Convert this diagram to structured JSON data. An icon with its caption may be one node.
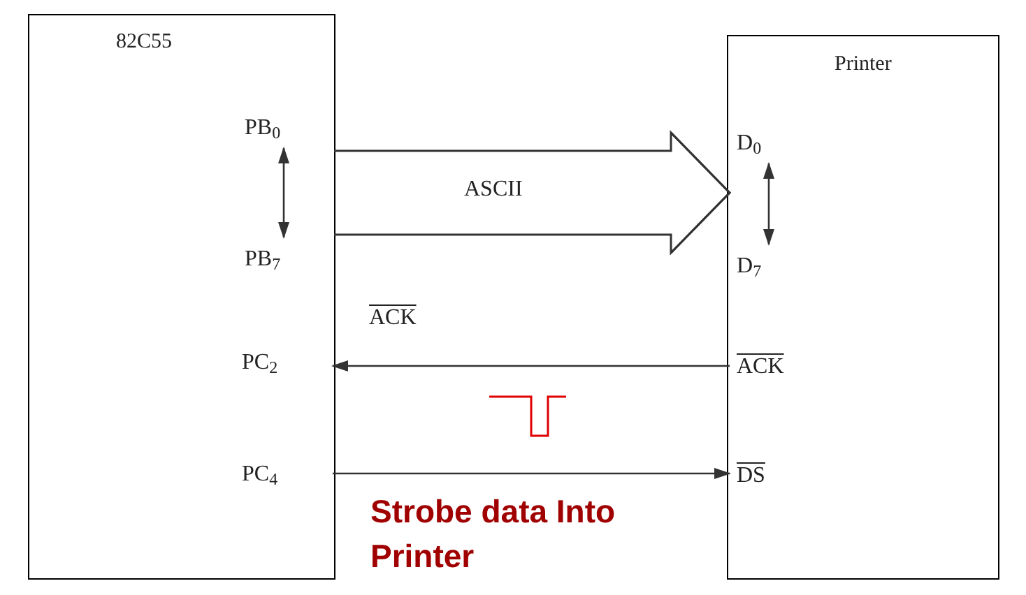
{
  "diagram": {
    "nodes": [
      {
        "text": [
          "82C55"
        ]
      },
      {
        "text": [
          "Printer"
        ]
      },
      {
        "text": [
          "PB$_{0}$"
        ],
        "in": 0
      },
      {
        "text": [
          "PB$_{7}$"
        ],
        "in": 0
      },
      {
        "text": [
          "PC$_{2}$"
        ],
        "in": 0
      },
      {
        "text": [
          "PC$_{4}$"
        ],
        "in": 0
      },
      {
        "text": [
          "D$_{0}$"
        ],
        "in": 1
      },
      {
        "text": [
          "D$_{7}$"
        ],
        "in": 1
      },
      {
        "text": [
          "ACK"
        ],
        "in": 1
      },
      {
        "text": [
          "DS"
        ],
        "in": 1
      }
    ],
    "edges": [
      {
        "from": 0,
        "to": 1,
        "arrow": "to",
        "label": "ASCII"
      },
      {
        "from": 2,
        "to": 3,
        "arrow": "both"
      },
      {
        "from": 6,
        "to": 7,
        "arrow": "both"
      },
      {
        "from": 8,
        "to": 4,
        "arrow": "to",
        "label": "ACK"
      },
      {
        "from": 5,
        "to": 9,
        "arrow": "to"
      }
    ],
    "labels": [
      "Strobe data Into Printer"
    ]
  }
}
